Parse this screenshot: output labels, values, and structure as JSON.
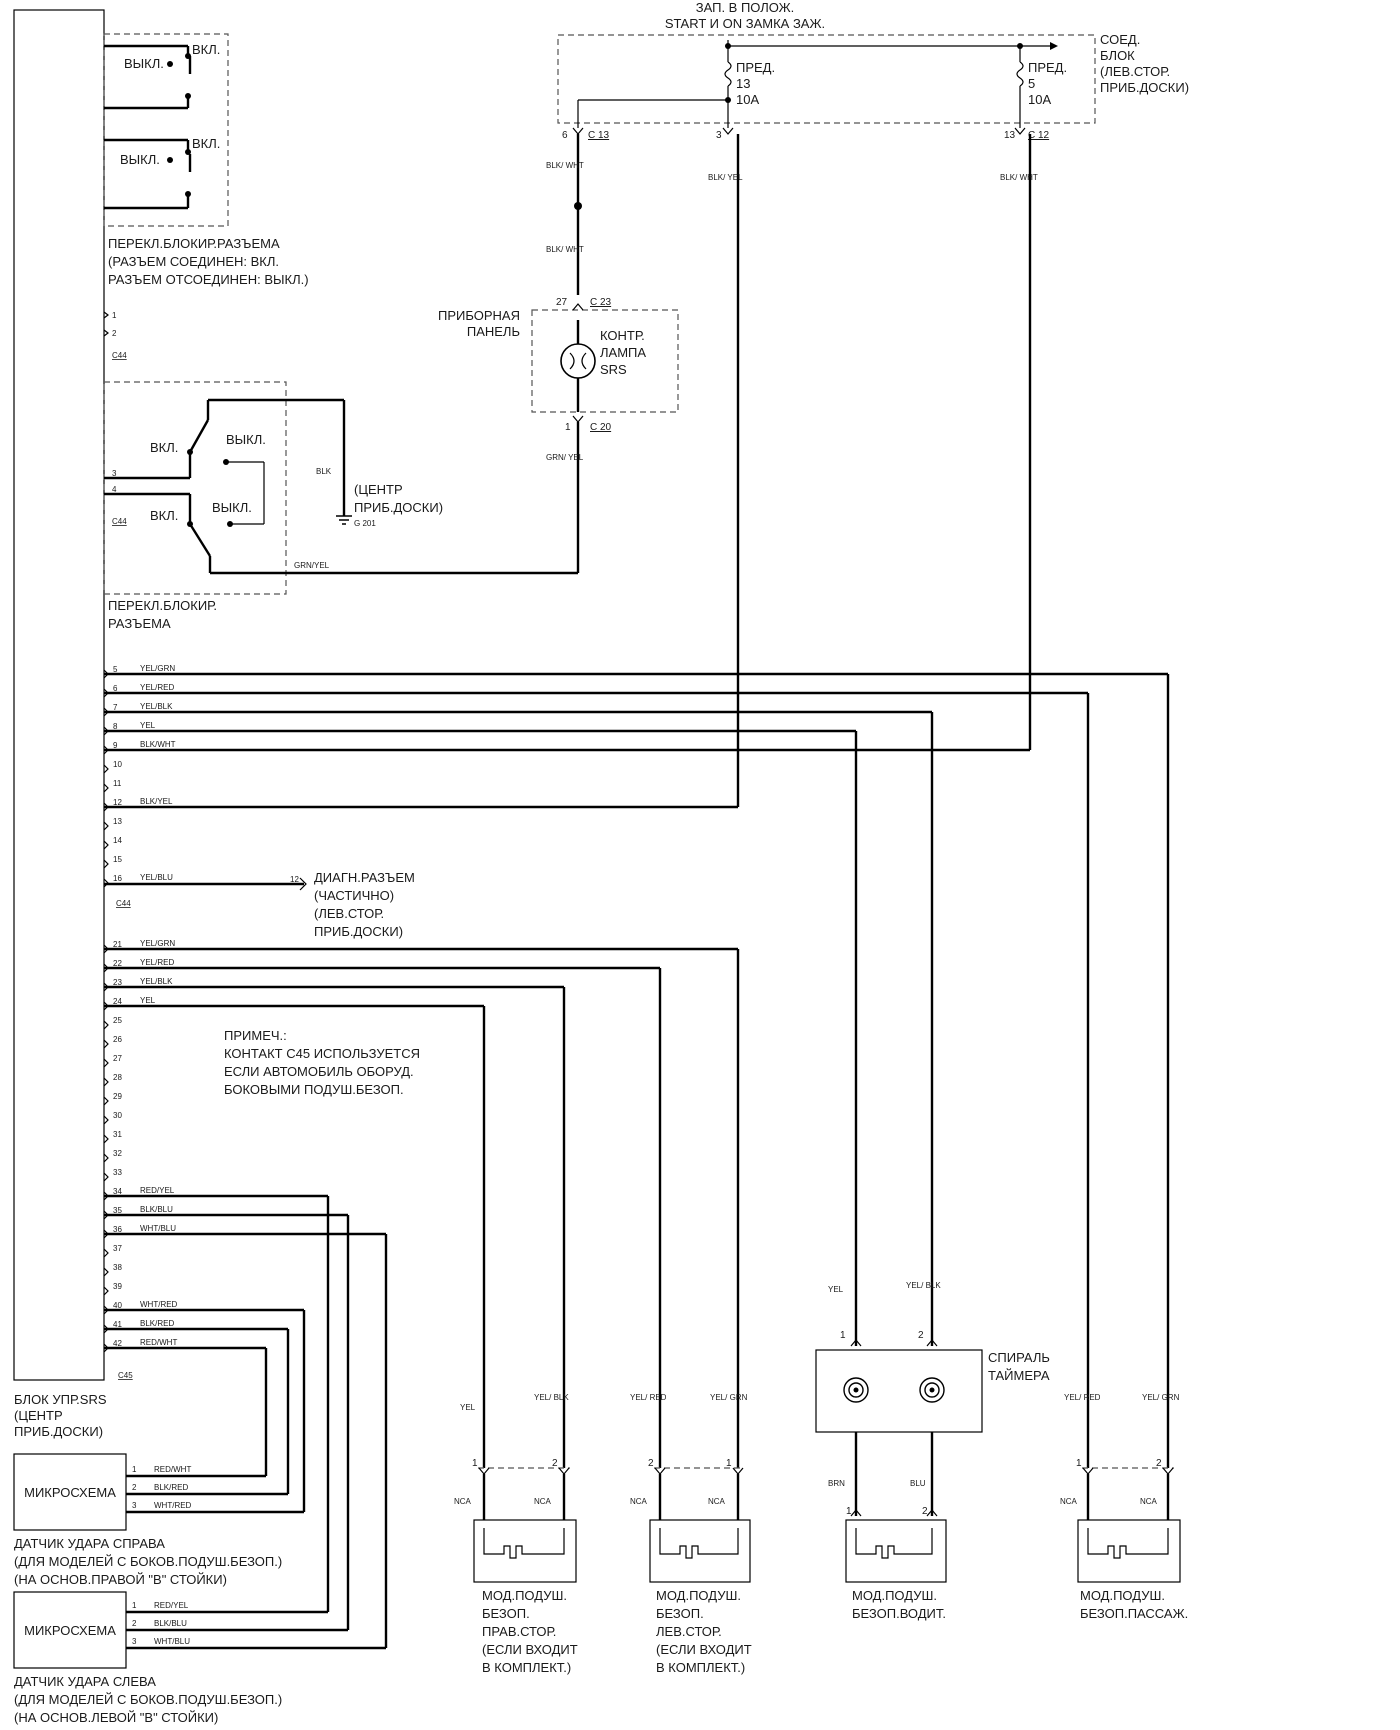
{
  "ignition": {
    "line1": "ЗАП. В ПОЛОЖ.",
    "line2": "START И ON ЗАМКА ЗАЖ."
  },
  "fuse_box": {
    "line1": "СОЕД.",
    "line2": "БЛОК",
    "line3": "(ЛЕВ.СТОР.",
    "line4": "ПРИБ.ДОСКИ)"
  },
  "fuse13": {
    "name": "ПРЕД.",
    "num": "13",
    "amp": "10А"
  },
  "fuse5": {
    "name": "ПРЕД.",
    "num": "5",
    "amp": "10А"
  },
  "pins_top": {
    "p6": "6",
    "p3": "3",
    "p13": "13",
    "c13": "C 13",
    "c12": "C 12"
  },
  "wires": {
    "blk_wht": "BLK/ WHT",
    "blk_yel": "BLK/ YEL",
    "grn_yel": "GRN/ YEL",
    "blk": "BLK",
    "grn_yel_h": "GRN/YEL"
  },
  "switch1": {
    "off": "ВЫКЛ.",
    "on": "ВКЛ."
  },
  "switch2": {
    "off": "ВЫКЛ.",
    "on": "ВКЛ."
  },
  "lock_switch_top": {
    "line1": "ПЕРЕКЛ.БЛОКИР.РАЗЪЕМА",
    "line2": "(РАЗЪЕМ СОЕДИНЕН: ВКЛ.",
    "line3": "РАЗЪЕМ ОТСОЕДИНЕН: ВЫКЛ.)"
  },
  "c44_small": {
    "p1": "1",
    "p2": "2",
    "name": "C44"
  },
  "lock_switch_bottom": {
    "on1": "ВКЛ.",
    "off1": "ВЫКЛ.",
    "on2": "ВКЛ.",
    "off2": "ВЫКЛ.",
    "p3": "3",
    "p4": "4",
    "conn": "C44",
    "line1": "ПЕРЕКЛ.БЛОКИР.",
    "line2": "РАЗЪЕМА"
  },
  "ground": {
    "line1": "(ЦЕНТР",
    "line2": "ПРИБ.ДОСКИ)",
    "id": "G 201"
  },
  "instrument_panel": {
    "line1": "ПРИБОРНАЯ",
    "line2": "ПАНЕЛЬ",
    "conn_top": "C 23",
    "conn_bottom": "C 20",
    "pin_top": "27",
    "pin_bottom": "1"
  },
  "srs_lamp": {
    "line1": "КОНТР.",
    "line2": "ЛАМПА",
    "line3": "SRS"
  },
  "diag": {
    "pin": "12",
    "line1": "ДИАГН.РАЗЪЕМ",
    "line2": "(ЧАСТИЧНО)",
    "line3": "(ЛЕВ.СТОР.",
    "line4": "ПРИБ.ДОСКИ)"
  },
  "c44_pins": [
    {
      "num": "5",
      "wire": "YEL/GRN"
    },
    {
      "num": "6",
      "wire": "YEL/RED"
    },
    {
      "num": "7",
      "wire": "YEL/BLK"
    },
    {
      "num": "8",
      "wire": "YEL"
    },
    {
      "num": "9",
      "wire": "BLK/WHT"
    },
    {
      "num": "10",
      "wire": ""
    },
    {
      "num": "11",
      "wire": ""
    },
    {
      "num": "12",
      "wire": "BLK/YEL"
    },
    {
      "num": "13",
      "wire": ""
    },
    {
      "num": "14",
      "wire": ""
    },
    {
      "num": "15",
      "wire": ""
    },
    {
      "num": "16",
      "wire": "YEL/BLU"
    }
  ],
  "c44_label": "C44",
  "c45_pins": [
    {
      "num": "21",
      "wire": "YEL/GRN"
    },
    {
      "num": "22",
      "wire": "YEL/RED"
    },
    {
      "num": "23",
      "wire": "YEL/BLK"
    },
    {
      "num": "24",
      "wire": "YEL"
    },
    {
      "num": "25",
      "wire": ""
    },
    {
      "num": "26",
      "wire": ""
    },
    {
      "num": "27",
      "wire": ""
    },
    {
      "num": "28",
      "wire": ""
    },
    {
      "num": "29",
      "wire": ""
    },
    {
      "num": "30",
      "wire": ""
    },
    {
      "num": "31",
      "wire": ""
    },
    {
      "num": "32",
      "wire": ""
    },
    {
      "num": "33",
      "wire": ""
    },
    {
      "num": "34",
      "wire": "RED/YEL"
    },
    {
      "num": "35",
      "wire": "BLK/BLU"
    },
    {
      "num": "36",
      "wire": "WHT/BLU"
    },
    {
      "num": "37",
      "wire": ""
    },
    {
      "num": "38",
      "wire": ""
    },
    {
      "num": "39",
      "wire": ""
    },
    {
      "num": "40",
      "wire": "WHT/RED"
    },
    {
      "num": "41",
      "wire": "BLK/RED"
    },
    {
      "num": "42",
      "wire": "RED/WHT"
    }
  ],
  "c45_label": "C45",
  "note": {
    "line1": "ПРИМЕЧ.:",
    "line2": "КОНТАКТ С45 ИСПОЛЬЗУЕТСЯ",
    "line3": "ЕСЛИ АВТОМОБИЛЬ ОБОРУД.",
    "line4": "БОКОВЫМИ ПОДУШ.БЕЗОП."
  },
  "srs_unit": {
    "line1": "БЛОК УПР.SRS",
    "line2": "(ЦЕНТР",
    "line3": "ПРИБ.ДОСКИ)"
  },
  "sensor_right": {
    "chip": "МИКРОСХЕМА",
    "pins": [
      {
        "num": "1",
        "wire": "RED/WHT"
      },
      {
        "num": "2",
        "wire": "BLK/RED"
      },
      {
        "num": "3",
        "wire": "WHT/RED"
      }
    ],
    "line1": "ДАТЧИК УДАРА СПРАВА",
    "line2": "(ДЛЯ МОДЕЛЕЙ С БОКОВ.ПОДУШ.БЕЗОП.)",
    "line3": "(НА ОСНОВ.ПРАВОЙ \"В\" СТОЙКИ)"
  },
  "sensor_left": {
    "chip": "МИКРОСХЕМА",
    "pins": [
      {
        "num": "1",
        "wire": "RED/YEL"
      },
      {
        "num": "2",
        "wire": "BLK/BLU"
      },
      {
        "num": "3",
        "wire": "WHT/BLU"
      }
    ],
    "line1": "ДАТЧИК УДАРА СЛЕВА",
    "line2": "(ДЛЯ МОДЕЛЕЙ С БОКОВ.ПОДУШ.БЕЗОП.)",
    "line3": "(НА ОСНОВ.ЛЕВОЙ \"В\" СТОЙКИ)"
  },
  "clock_spring": {
    "line1": "СПИРАЛЬ",
    "line2": "ТАЙМЕРА",
    "w1": "YEL",
    "w2": "YEL/ BLK",
    "p1": "1",
    "p2": "2",
    "w_out1": "BRN",
    "w_out2": "BLU"
  },
  "module_right": {
    "w1": "YEL",
    "w2": "YEL/ BLK",
    "p1": "1",
    "p2": "2",
    "nca1": "NCA",
    "nca2": "NCA",
    "line1": "МОД.ПОДУШ.",
    "line2": "БЕЗОП.",
    "line3": "ПРАВ.СТОР.",
    "line4": "(ЕСЛИ ВХОДИТ",
    "line5": "В КОМПЛЕКТ.)"
  },
  "module_left": {
    "w1": "YEL/ RED",
    "w2": "YEL/ GRN",
    "p1": "2",
    "p2": "1",
    "nca1": "NCA",
    "nca2": "NCA",
    "line1": "МОД.ПОДУШ.",
    "line2": "БЕЗОП.",
    "line3": "ЛЕВ.СТОР.",
    "line4": "(ЕСЛИ ВХОДИТ",
    "line5": "В КОМПЛЕКТ.)"
  },
  "module_driver": {
    "p1": "1",
    "p2": "2",
    "line1": "МОД.ПОДУШ.",
    "line2": "БЕЗОП.ВОДИТ."
  },
  "module_passenger": {
    "w1": "YEL/ RED",
    "w2": "YEL/ GRN",
    "p1": "1",
    "p2": "2",
    "nca1": "NCA",
    "nca2": "NCA",
    "line1": "МОД.ПОДУШ.",
    "line2": "БЕЗОП.ПАССАЖ."
  }
}
